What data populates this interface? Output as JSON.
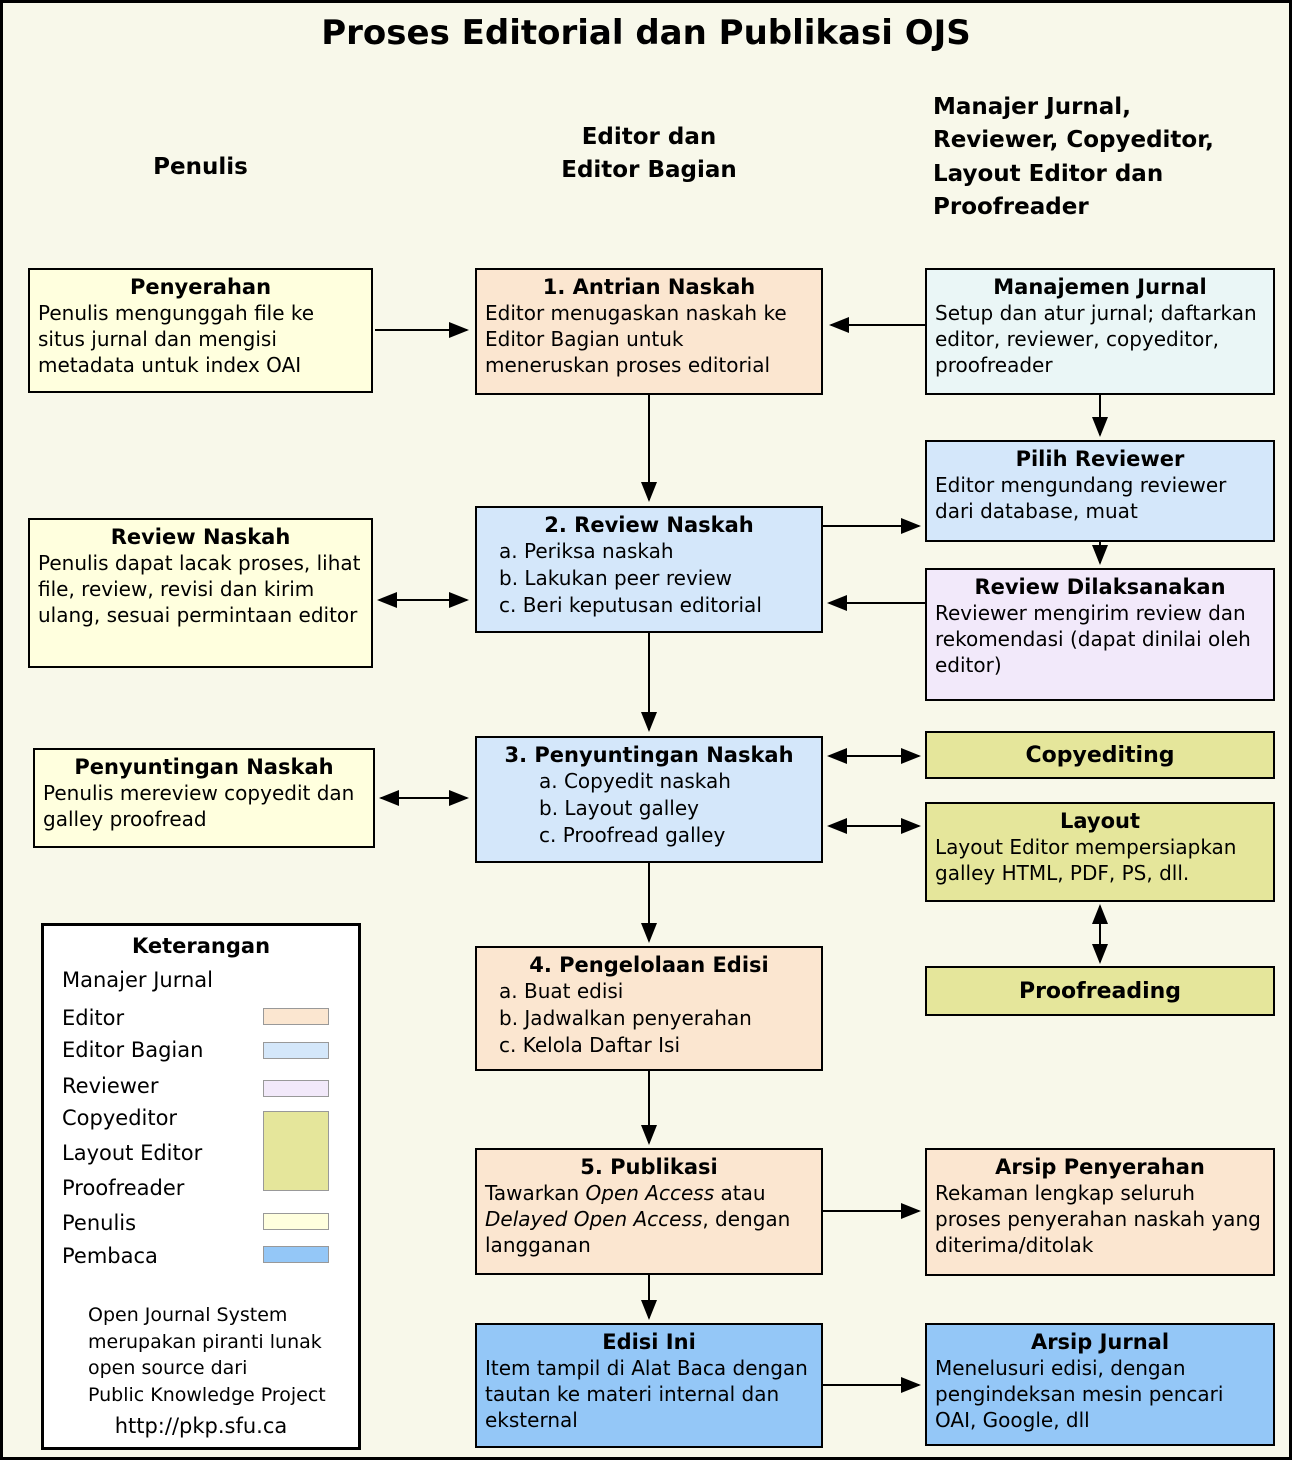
{
  "title": "Proses Editorial dan Publikasi OJS",
  "columns": {
    "penulis": "Penulis",
    "editor": "Editor dan\nEditor Bagian",
    "manajer": "Manajer Jurnal,\nReviewer, Copyeditor,\nLayout Editor dan\nProofreader"
  },
  "boxes": {
    "penyerahan": {
      "title": "Penyerahan",
      "body": "Penulis mengunggah file ke situs jurnal dan mengisi metadata untuk index OAI"
    },
    "antrian": {
      "title": "1. Antrian Naskah",
      "body": "Editor menugaskan naskah ke Editor Bagian untuk meneruskan proses editorial"
    },
    "manajemen": {
      "title": "Manajemen Jurnal",
      "body": "Setup dan atur jurnal; daftarkan editor, reviewer, copyeditor, proofreader"
    },
    "pilih_reviewer": {
      "title": "Pilih Reviewer",
      "body": "Editor mengundang reviewer dari database, muat"
    },
    "review_naskah_penulis": {
      "title": "Review Naskah",
      "body": "Penulis dapat lacak proses, lihat file, review, revisi dan kirim ulang, sesuai permintaan editor"
    },
    "review_naskah": {
      "title": "2. Review Naskah",
      "items": [
        "a. Periksa naskah",
        "b. Lakukan peer review",
        "c. Beri keputusan editorial"
      ]
    },
    "review_dilaksanakan": {
      "title": "Review Dilaksanakan",
      "body": "Reviewer mengirim review dan rekomendasi (dapat dinilai oleh editor)"
    },
    "penyuntingan_penulis": {
      "title": "Penyuntingan Naskah",
      "body": "Penulis mereview copyedit dan galley proofread"
    },
    "penyuntingan": {
      "title": "3. Penyuntingan Naskah",
      "items": [
        "a. Copyedit naskah",
        "b. Layout galley",
        "c. Proofread galley"
      ]
    },
    "copyediting": {
      "title": "Copyediting"
    },
    "layout": {
      "title": "Layout",
      "body": "Layout Editor mempersiapkan galley HTML, PDF, PS, dll."
    },
    "proofreading": {
      "title": "Proofreading"
    },
    "pengelolaan": {
      "title": "4. Pengelolaan Edisi",
      "items": [
        "a. Buat edisi",
        "b. Jadwalkan penyerahan",
        "c. Kelola Daftar Isi"
      ]
    },
    "publikasi": {
      "title": "5. Publikasi",
      "seg1": "Tawarkan ",
      "seg2": "Open Access",
      "seg3": " atau ",
      "seg4": "Delayed Open Access",
      "seg5": ", dengan langganan"
    },
    "arsip_penyerahan": {
      "title": "Arsip Penyerahan",
      "body": "Rekaman lengkap seluruh proses penyerahan naskah yang diterima/ditolak"
    },
    "edisi_ini": {
      "title": "Edisi Ini",
      "body": "Item tampil di Alat Baca dengan tautan ke materi internal dan eksternal"
    },
    "arsip_jurnal": {
      "title": "Arsip Jurnal",
      "body": "Menelusuri edisi, dengan pengindeksan mesin pencari OAI, Google, dll"
    }
  },
  "legend": {
    "title": "Keterangan",
    "labels": {
      "manajer_jurnal": "Manajer Jurnal",
      "editor": "Editor",
      "editor_bagian": "Editor Bagian",
      "reviewer": "Reviewer",
      "copyeditor": "Copyeditor",
      "layout_editor": "Layout Editor",
      "proofreader": "Proofreader",
      "penulis": "Penulis",
      "pembaca": "Pembaca"
    },
    "footer": "Open Journal System\nmerupakan piranti lunak\nopen source dari\nPublic Knowledge Project",
    "url": "http://pkp.sfu.ca"
  },
  "colors": {
    "background": "#F8F8EA",
    "penulis": "#FFFFDE",
    "editor": "#FBE6D0",
    "editor_bagian": "#D4E7FA",
    "manajer_jurnal": "#EAF6F6",
    "reviewer": "#F2E9FA",
    "copy_layout_proof": "#E5E69B",
    "pembaca": "#94C7F7",
    "legend_bg": "#FFFFFF",
    "line": "#000000"
  }
}
